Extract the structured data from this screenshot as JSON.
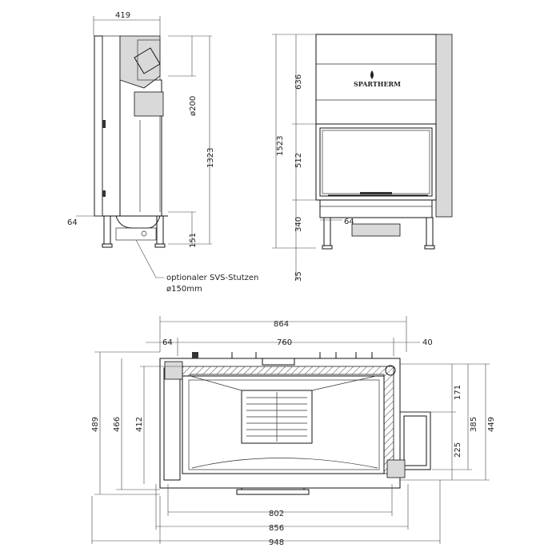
{
  "side_view": {
    "width_top": "419",
    "flue_diameter": "ø200",
    "height_total": "1323",
    "foot_offset": "64",
    "bottom_height": "151",
    "note_line1": "optionaler SVS-Stutzen",
    "note_line2": "ø150mm"
  },
  "front_view": {
    "brand": "SPARTHERM",
    "height_upper": "636",
    "height_total": "1523",
    "height_window": "512",
    "height_lower": "340",
    "height_feet": "35",
    "side_offset": "64"
  },
  "plan_view": {
    "width_overall_top": "864",
    "left_offset": "64",
    "width_inner": "760",
    "right_offset": "40",
    "depth_left_outer": "489",
    "depth_left_mid": "466",
    "depth_left_inner": "412",
    "depth_right_upper": "171",
    "depth_right_lower": "225",
    "depth_right_mid": "385",
    "depth_right_outer": "449",
    "width_bottom_inner": "802",
    "width_bottom_mid": "856",
    "width_bottom_outer": "948"
  }
}
